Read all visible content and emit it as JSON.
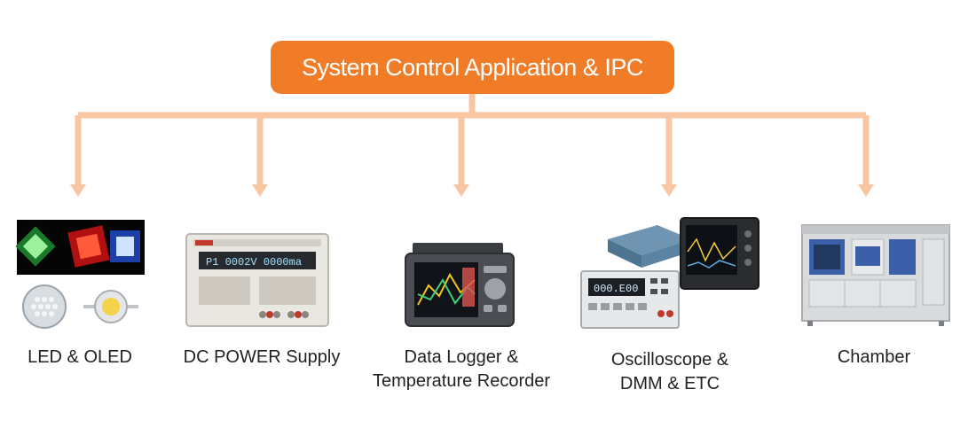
{
  "root": {
    "label": "System Control Application & IPC"
  },
  "colors": {
    "accent": "#f07c27",
    "connector": "#f8c6a2"
  },
  "nodes": [
    {
      "id": "led",
      "label_lines": [
        "LED & OLED"
      ]
    },
    {
      "id": "power",
      "label_lines": [
        "DC POWER Supply"
      ]
    },
    {
      "id": "logger",
      "label_lines": [
        "Data Logger &",
        "Temperature Recorder"
      ]
    },
    {
      "id": "scope",
      "label_lines": [
        "Oscilloscope &",
        "DMM & ETC"
      ]
    },
    {
      "id": "chamber",
      "label_lines": [
        "Chamber"
      ]
    }
  ],
  "device_readouts": {
    "power_display": "P1 0002V  0000ma",
    "dmm_display": "000.E00"
  }
}
